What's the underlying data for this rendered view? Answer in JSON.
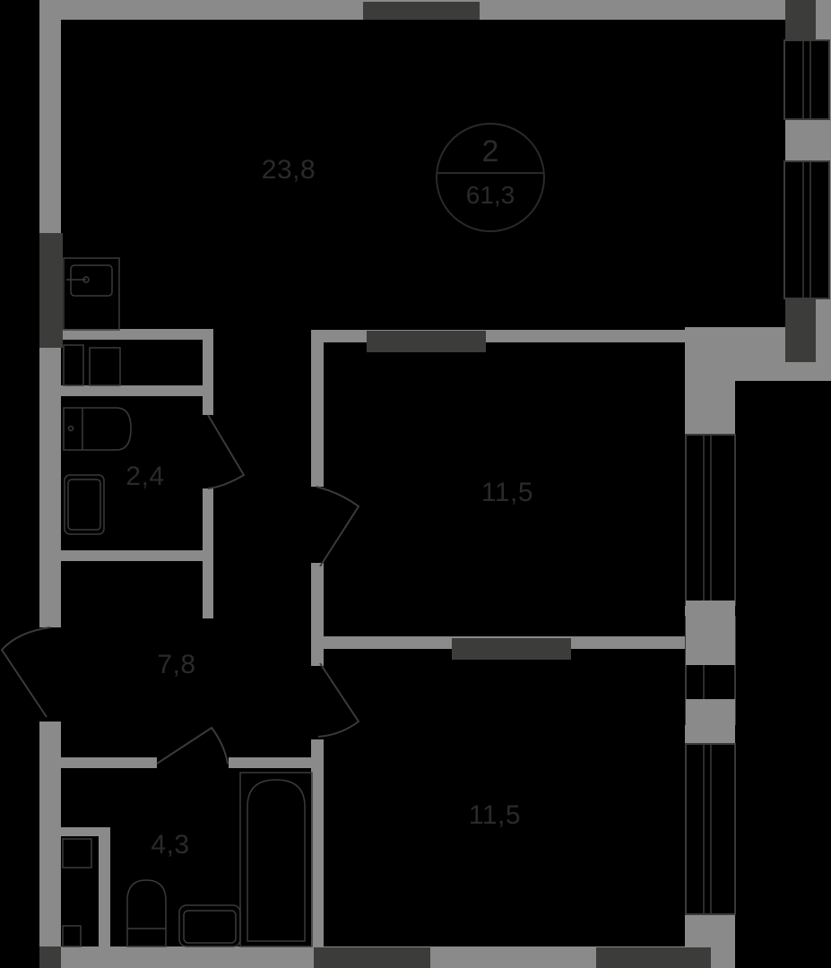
{
  "apartment": {
    "rooms_count": "2",
    "total_area": "61,3"
  },
  "rooms": [
    {
      "id": "living-kitchen",
      "area": "23,8"
    },
    {
      "id": "bedroom-1",
      "area": "11,5"
    },
    {
      "id": "bedroom-2",
      "area": "11,5"
    },
    {
      "id": "hallway",
      "area": "7,8"
    },
    {
      "id": "wc",
      "area": "2,4"
    },
    {
      "id": "bathroom",
      "area": "4,3"
    }
  ],
  "colors": {
    "background": "#000000",
    "wall": "#8a8a8a",
    "column": "#3c3c3a",
    "fixture_line": "#3a3a3a",
    "text": "#2a2a2a"
  }
}
